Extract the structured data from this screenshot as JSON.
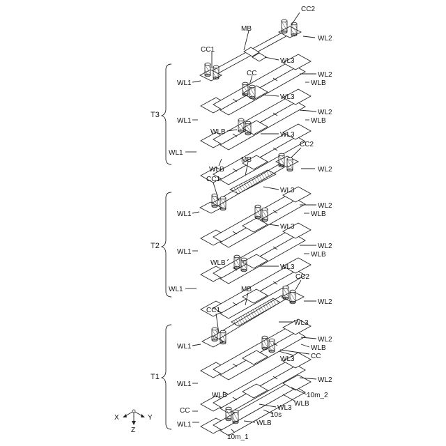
{
  "labels": {
    "cc": "CC",
    "cc1": "CC1",
    "cc2": "CC2",
    "mb": "MB",
    "wl1": "WL1",
    "wl2": "WL2",
    "wl3": "WL3",
    "wlb": "WLB",
    "s10": "10s",
    "m1": "10m_1",
    "m2": "10m_2"
  },
  "tiers": [
    "T3",
    "T2",
    "T1"
  ],
  "axes": {
    "x": "X",
    "y": "Y",
    "z": "Z"
  }
}
